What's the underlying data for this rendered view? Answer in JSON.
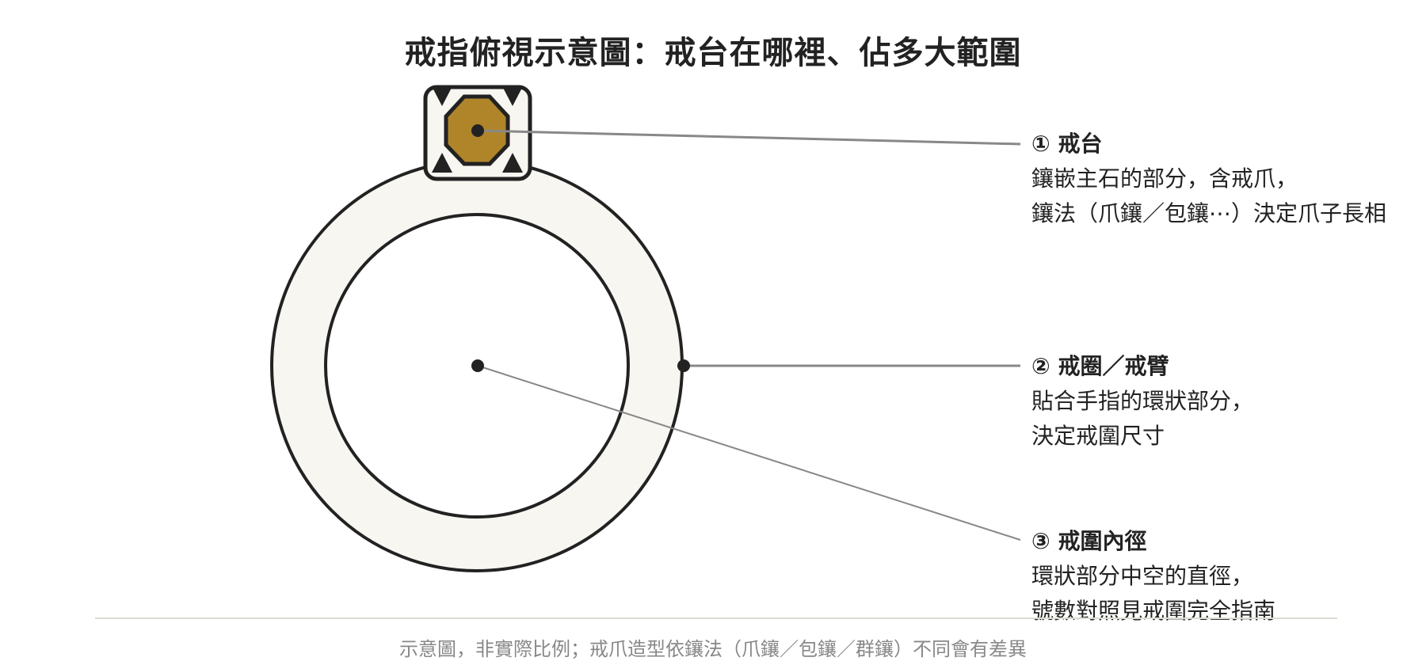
{
  "title": "戒指俯視示意圖：戒台在哪裡、佔多大範圍",
  "callouts": [
    {
      "heading": "① 戒台",
      "lines": [
        "鑲嵌主石的部分，含戒爪，",
        "鑲法（爪鑲／包鑲⋯）決定爪子長相"
      ]
    },
    {
      "heading": "② 戒圈／戒臂",
      "lines": [
        "貼合手指的環狀部分，",
        "決定戒圍尺寸"
      ]
    },
    {
      "heading": "③ 戒圍內徑",
      "lines": [
        "環狀部分中空的直徑，",
        "號數對照見戒圍完全指南"
      ]
    }
  ],
  "footer": "示意圖，非實際比例；戒爪造型依鑲法（爪鑲／包鑲／群鑲）不同會有差異",
  "colors": {
    "ring_fill": "#f8f6f1",
    "outline": "#222222",
    "stone": "#b0852a",
    "leader": "#888888",
    "rule": "#dddad2",
    "footer_text": "#888888"
  }
}
